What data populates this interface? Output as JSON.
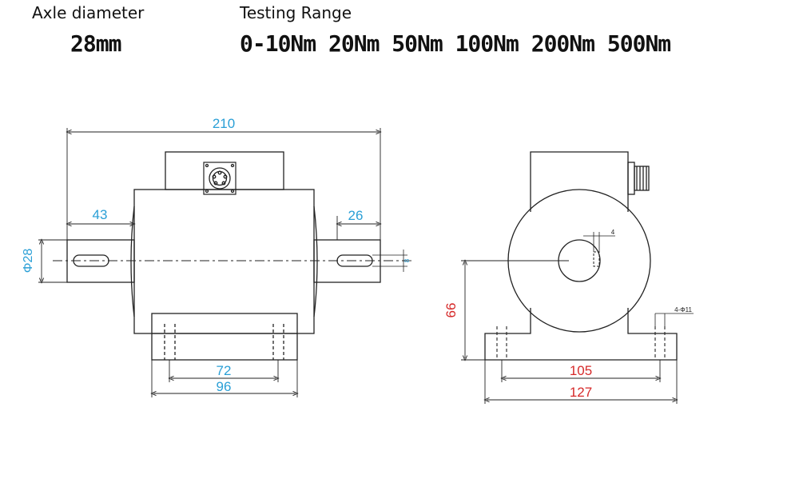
{
  "header": {
    "axle_label": "Axle diameter",
    "axle_value": "28mm",
    "range_label": "Testing Range",
    "range_values": "0-10Nm 20Nm 50Nm 100Nm 200Nm 500Nm"
  },
  "side_view": {
    "total_length": "210",
    "left_shaft_length": "43",
    "right_shaft_length": "26",
    "shaft_diameter": "Φ28",
    "keyway_width": "8",
    "base_hole_spacing": "72",
    "base_width": "96"
  },
  "front_view": {
    "key_depth": "4",
    "mount_holes": "4-Φ11",
    "center_height": "66",
    "hole_spacing": "105",
    "base_length": "127"
  },
  "colors": {
    "outline": "#222222",
    "dimension_blue": "#2a9fd6",
    "dimension_red": "#d62a2a"
  }
}
